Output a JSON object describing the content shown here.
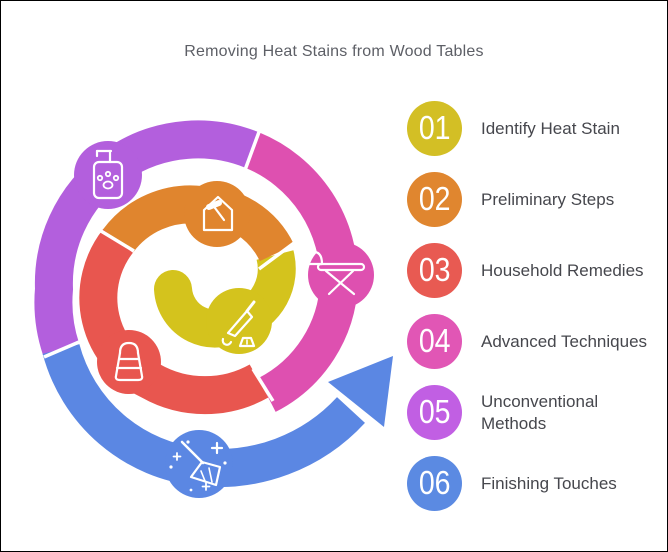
{
  "title": "Removing Heat Stains from Wood Tables",
  "steps": [
    {
      "number": "01",
      "label": "Identify Heat Stain",
      "color": "#d3bf25"
    },
    {
      "number": "02",
      "label": "Preliminary Steps",
      "color": "#e0862f"
    },
    {
      "number": "03",
      "label": "Household Remedies",
      "color": "#e85a52"
    },
    {
      "number": "04",
      "label": "Advanced Techniques",
      "color": "#e156b5"
    },
    {
      "number": "05",
      "label": "Unconventional Methods",
      "color": "#c15fe3"
    },
    {
      "number": "06",
      "label": "Finishing Touches",
      "color": "#5b8ae2"
    }
  ],
  "spiral": {
    "segments": [
      {
        "color": "#d4c31d",
        "icon": "knife-scraper-icon"
      },
      {
        "color": "#e0852e",
        "icon": "house-repair-icon"
      },
      {
        "color": "#e8564f",
        "icon": "pouch-icon"
      },
      {
        "color": "#de50b0",
        "icon": "ironing-board-icon"
      },
      {
        "color": "#b35fdd",
        "icon": "pump-bottle-paw-icon"
      },
      {
        "color": "#5b87e3",
        "icon": "broom-sparkles-icon"
      }
    ],
    "arrow_color": "#5b87e3"
  }
}
